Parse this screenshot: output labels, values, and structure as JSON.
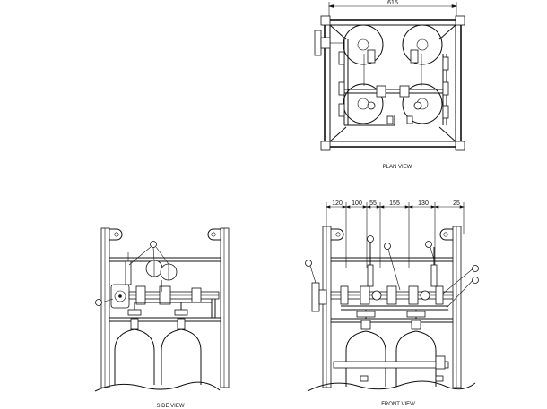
{
  "views": {
    "plan": "PLAN VIEW",
    "side": "SIDE VIEW",
    "front": "FRONT VIEW"
  },
  "plan_dimension": "615",
  "front_dimensions": [
    "120",
    "100",
    "55",
    "155",
    "130",
    "25"
  ],
  "colors": {
    "ink": "#111111",
    "paper": "#ffffff"
  }
}
